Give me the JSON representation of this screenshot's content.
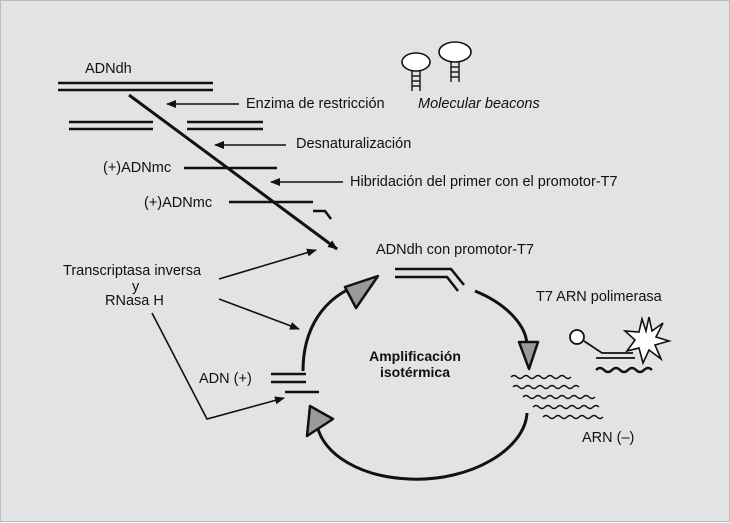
{
  "labels": {
    "adndh": "ADNdh",
    "enzima": "Enzima de restricción",
    "beacons": "Molecular beacons",
    "desnat": "Desnaturalización",
    "adnmc1": "(+)ADNmc",
    "hibridacion": "Hibridación del primer con el promotor-T7",
    "adnmc2": "(+)ADNmc",
    "adndh_t7": "ADNdh con promotor-T7",
    "transcriptasa": "Transcriptasa inversa",
    "y": "y",
    "rnasa": "RNasa H",
    "t7_arn": "T7 ARN polimerasa",
    "amplificacion": "Amplificación",
    "isotermica": "isotérmica",
    "adn_plus": "ADN (+)",
    "arn_minus": "ARN (–)"
  }
}
